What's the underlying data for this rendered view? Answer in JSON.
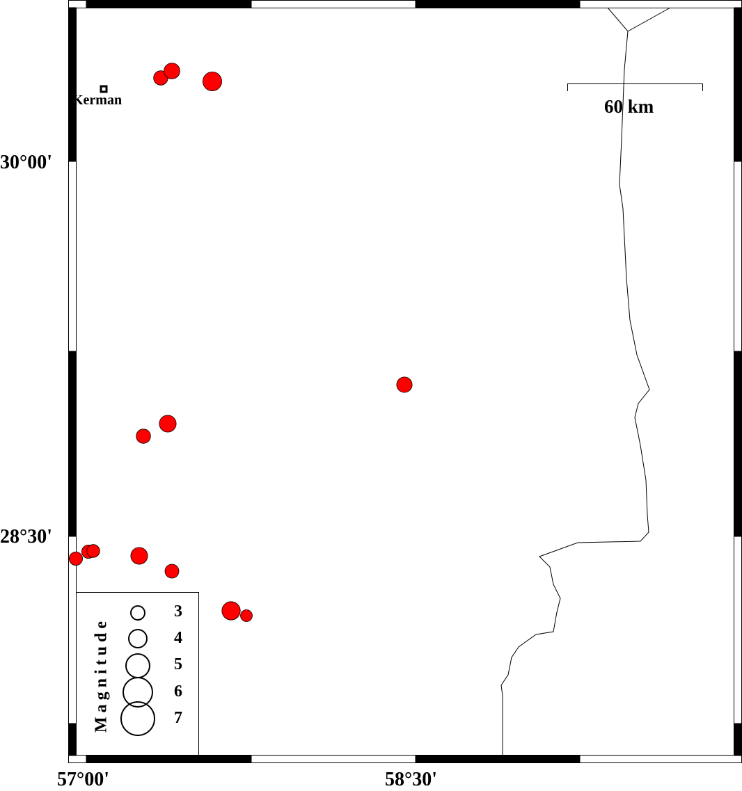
{
  "map": {
    "x_labels": [
      "57°00'",
      "58°30'"
    ],
    "y_labels": [
      "30°00'",
      "28°30'"
    ],
    "city": {
      "name": "Kerman"
    },
    "scale_bar": {
      "label": "60 km"
    },
    "event_color": "#ff0000",
    "events": [
      {
        "magnitude": 4.2
      },
      {
        "magnitude": 4.2
      },
      {
        "magnitude": 4.1
      },
      {
        "magnitude": 4.9
      },
      {
        "magnitude": 4.3
      },
      {
        "magnitude": 5.2
      },
      {
        "magnitude": 3.9
      },
      {
        "magnitude": 4.4
      },
      {
        "magnitude": 4.9
      },
      {
        "magnitude": 4.6
      },
      {
        "magnitude": 4.4
      },
      {
        "magnitude": 4.7
      },
      {
        "magnitude": 5.3
      }
    ]
  },
  "legend": {
    "title": "Magnitude",
    "items": [
      "3",
      "4",
      "5",
      "6",
      "7"
    ]
  }
}
